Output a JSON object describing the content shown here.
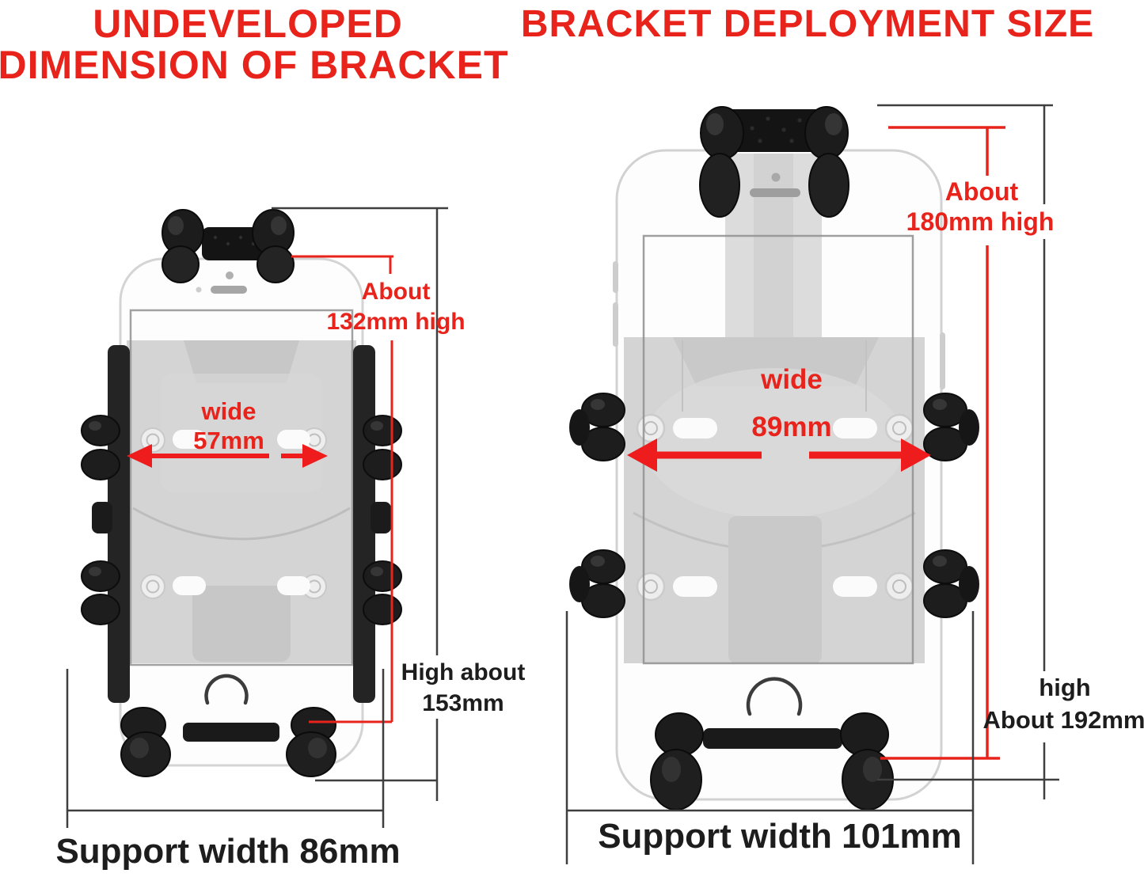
{
  "colors": {
    "red": "#e8231b",
    "black_text": "#1d1d1d",
    "dimension_line_gray": "#3f3f3f",
    "bracket_dark": "#1c1c1c",
    "backplate_gray": "#d0d0d0"
  },
  "titles": {
    "left_l1": "UNDEVELOPED",
    "left_l2": "DIMENSION OF BRACKET",
    "right": "BRACKET DEPLOYMENT SIZE"
  },
  "left": {
    "about_l1": "About",
    "about_l2": "132mm high",
    "wide_l1": "wide",
    "wide_l2": "57mm",
    "high_l1": "High about",
    "high_l2": "153mm",
    "support": "Support width 86mm"
  },
  "right": {
    "about_l1": "About",
    "about_l2": "180mm high",
    "wide_l1": "wide",
    "wide_l2": "89mm",
    "high_l1": "high",
    "high_l2": "About 192mm",
    "support": "Support width 101mm"
  }
}
